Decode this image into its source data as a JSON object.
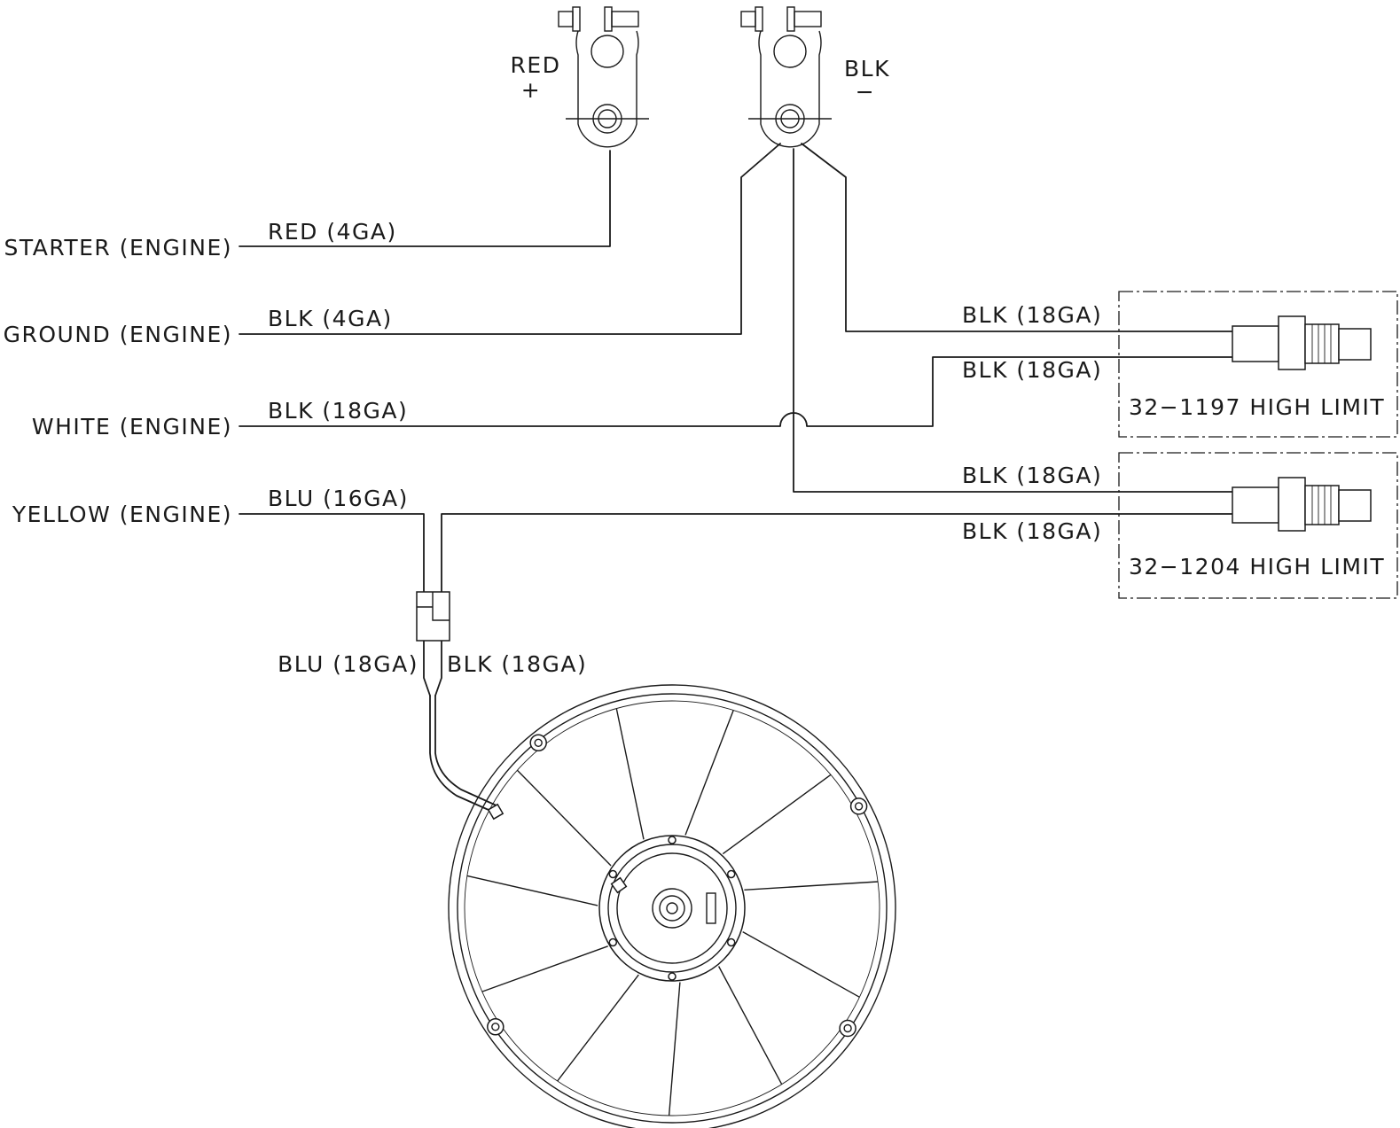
{
  "terminals": {
    "positive": {
      "label": "RED",
      "symbol": "+"
    },
    "negative": {
      "label": "BLK",
      "symbol": "−"
    }
  },
  "engine_connections": [
    {
      "name": "STARTER (ENGINE)",
      "wire": "RED (4GA)"
    },
    {
      "name": "GROUND (ENGINE)",
      "wire": "BLK (4GA)"
    },
    {
      "name": "WHITE (ENGINE)",
      "wire": "BLK (18GA)"
    },
    {
      "name": "YELLOW (ENGINE)",
      "wire": "BLU (16GA)"
    }
  ],
  "switches": [
    {
      "label": "32−1197 HIGH LIMIT",
      "wire_top": "BLK (18GA)",
      "wire_bottom": "BLK (18GA)"
    },
    {
      "label": "32−1204 HIGH LIMIT",
      "wire_top": "BLK (18GA)",
      "wire_bottom": "BLK (18GA)"
    }
  ],
  "fan": {
    "wire_left": "BLU (18GA)",
    "wire_right": "BLK (18GA)"
  }
}
